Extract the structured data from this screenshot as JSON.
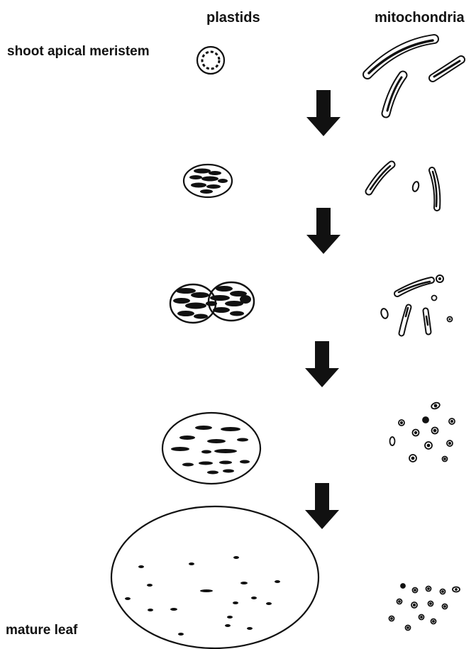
{
  "columns": {
    "plastids": "plastids",
    "mitochondria": "mitochondria"
  },
  "stages": {
    "first": "shoot apical meristem",
    "last": "mature leaf"
  },
  "colors": {
    "ink": "#111111",
    "background": "#ffffff"
  }
}
